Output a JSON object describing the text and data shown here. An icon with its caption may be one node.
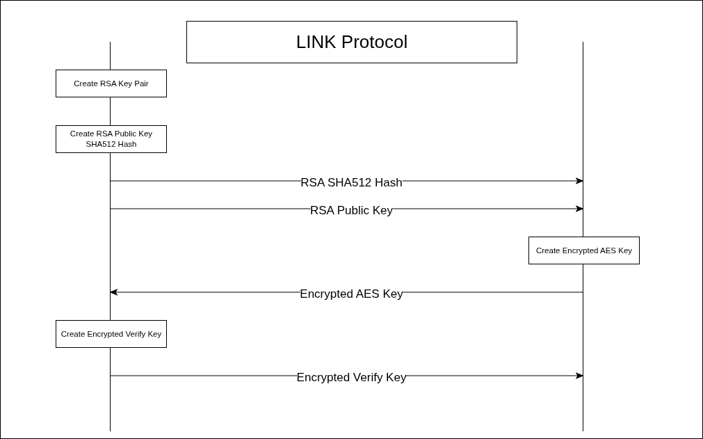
{
  "diagram": {
    "title": "LINK Protocol",
    "nodes": [
      {
        "text": [],
        "shape": "line"
      },
      {
        "text": [],
        "shape": "line"
      },
      {
        "text": [
          "Create RSA Key Pair"
        ]
      },
      {
        "text": [
          "Create RSA Public Key SHA512 Hash"
        ]
      },
      {
        "text": [
          "Create Encrypted AES Key"
        ]
      },
      {
        "text": [
          "Create Encrypted Verify Key"
        ]
      }
    ],
    "edges": [
      {
        "from": 0,
        "to": 1,
        "arrow": "to",
        "label": "RSA SHA512 Hash"
      },
      {
        "from": 0,
        "to": 1,
        "arrow": "to",
        "label": "RSA Public Key"
      },
      {
        "from": 1,
        "to": 0,
        "arrow": "to",
        "label": "Encrypted AES Key"
      },
      {
        "from": 0,
        "to": 1,
        "arrow": "to",
        "label": "Encrypted Verify Key"
      }
    ]
  }
}
